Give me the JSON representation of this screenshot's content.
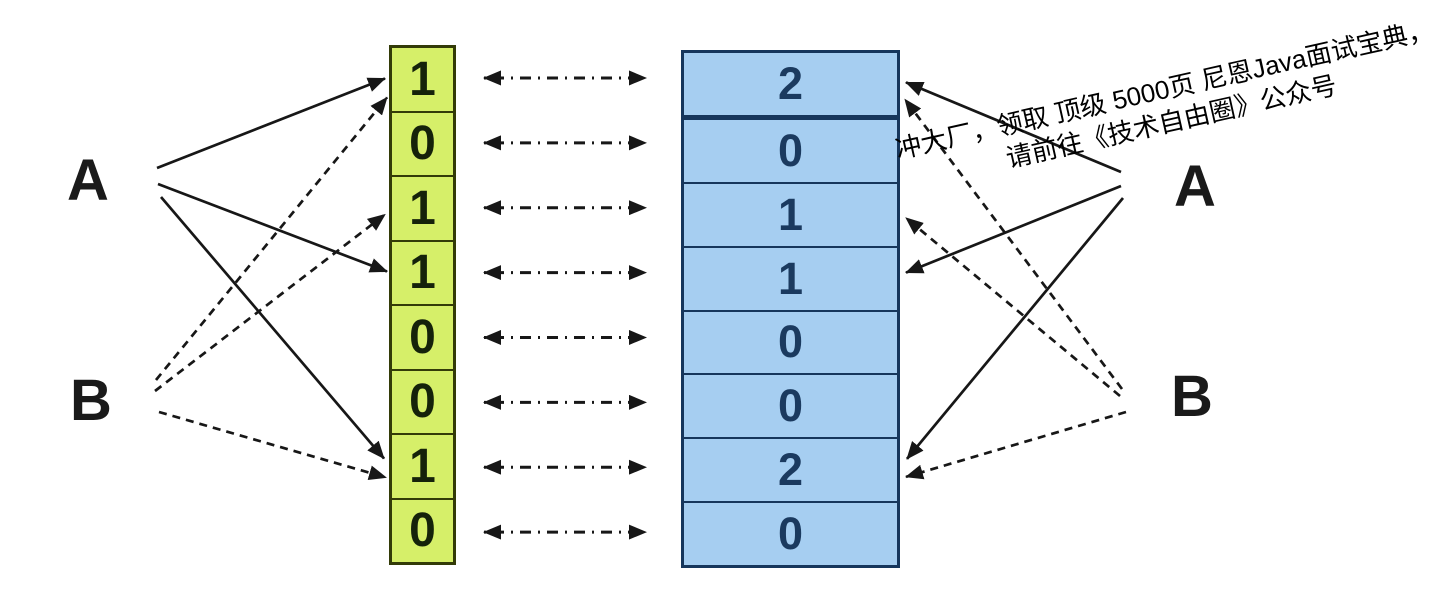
{
  "diagram_title": "bloom-filter-bit-array-vs-counting-array",
  "labels": {
    "a_left": "A",
    "b_left": "B",
    "a_right": "A",
    "b_right": "B"
  },
  "bit_column": {
    "values": [
      "1",
      "0",
      "1",
      "1",
      "0",
      "0",
      "1",
      "0"
    ]
  },
  "counter_column": {
    "values": [
      "2",
      "0",
      "1",
      "1",
      "0",
      "0",
      "2",
      "0"
    ]
  },
  "mappings": {
    "a_cells": [
      1,
      4,
      7
    ],
    "b_cells": [
      1,
      3,
      7
    ]
  },
  "watermark": {
    "line1": "冲大厂，领取 顶级 5000页 尼恩Java面试宝典，",
    "line2": "请前往《技术自由圈》公众号"
  },
  "colors": {
    "bit_fill": "#d6ef69",
    "bit_border": "#333b08",
    "bit_digit": "#15220a",
    "counter_fill": "#a6cef1",
    "counter_border": "#16365c",
    "counter_digit": "#1b3a5f",
    "arrow": "#171717",
    "watermark_text": "#000000"
  }
}
